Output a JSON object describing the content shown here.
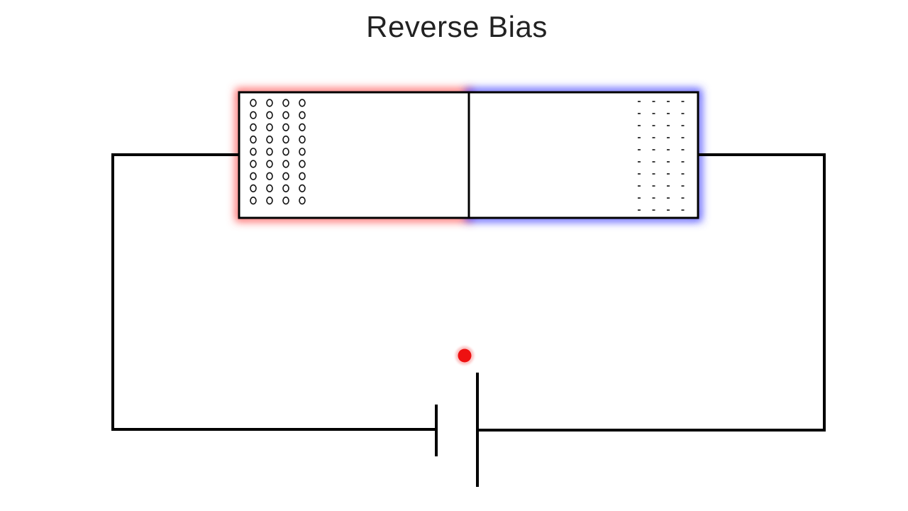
{
  "title": "Reverse Bias",
  "p_region": {
    "glow_color": "#ff5a5a",
    "hole_columns": 4,
    "hole_rows": 9
  },
  "n_region": {
    "glow_color": "#4a4aff",
    "electron_columns": 4,
    "electron_rows": 10
  },
  "pointer_color": "#ee1111",
  "wire_color": "#000000"
}
